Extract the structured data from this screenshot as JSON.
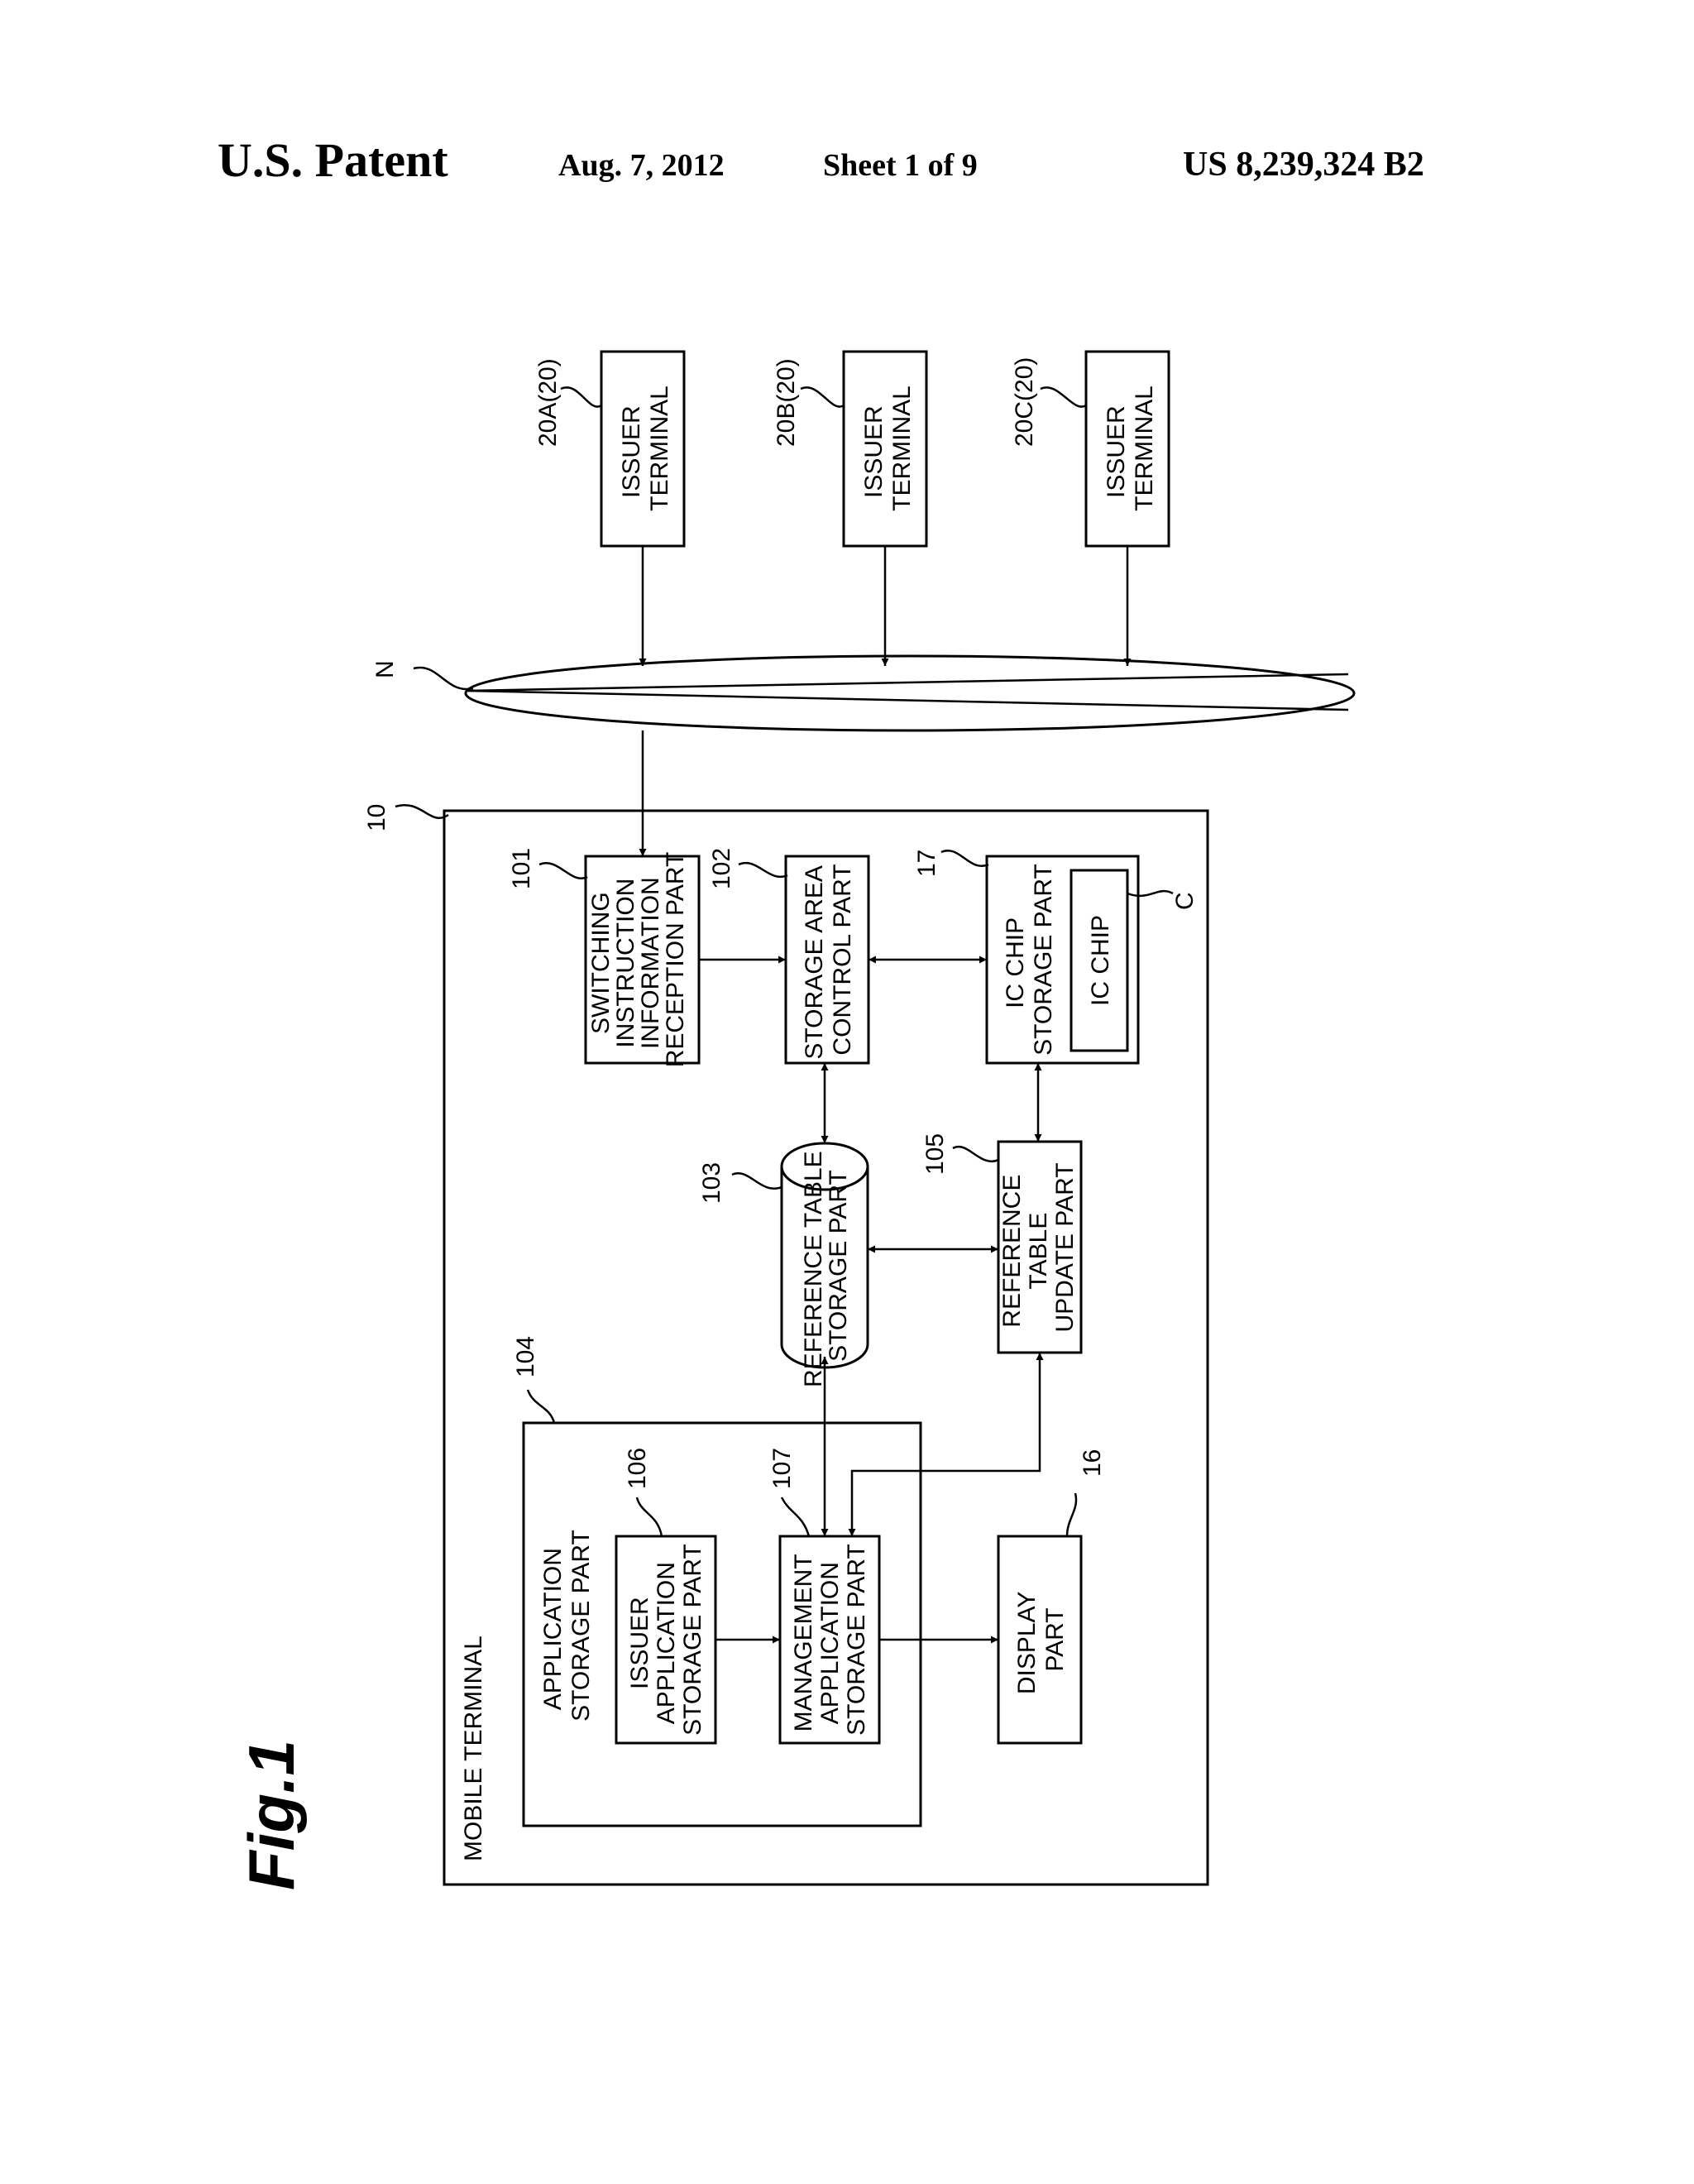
{
  "header": {
    "title": "U.S. Patent",
    "date": "Aug. 7, 2012",
    "sheet": "Sheet 1 of 9",
    "number": "US 8,239,324 B2"
  },
  "figure": {
    "label": "Fig.1",
    "network_ref": "N",
    "mobile_terminal": {
      "ref": "10",
      "label": "MOBILE TERMINAL"
    },
    "issuer_terminals": [
      {
        "ref": "20A(20)",
        "lines": [
          "ISSUER",
          "TERMINAL"
        ]
      },
      {
        "ref": "20B(20)",
        "lines": [
          "ISSUER",
          "TERMINAL"
        ]
      },
      {
        "ref": "20C(20)",
        "lines": [
          "ISSUER",
          "TERMINAL"
        ]
      }
    ],
    "blocks": {
      "switching": {
        "ref": "101",
        "lines": [
          "SWITCHING",
          "INSTRUCTION",
          "INFORMATION",
          "RECEPTION PART"
        ]
      },
      "storage_control": {
        "ref": "102",
        "lines": [
          "STORAGE AREA",
          "CONTROL PART"
        ]
      },
      "ic_chip_storage": {
        "ref": "17",
        "lines": [
          "IC CHIP",
          "STORAGE PART"
        ]
      },
      "ic_chip": {
        "ref": "C",
        "lines": [
          "IC CHIP"
        ]
      },
      "ref_table_storage": {
        "ref": "103",
        "lines": [
          "REFERENCE TABLE",
          "STORAGE PART"
        ]
      },
      "ref_table_update": {
        "ref": "105",
        "lines": [
          "REFERENCE",
          "TABLE",
          "UPDATE PART"
        ]
      },
      "app_storage": {
        "ref": "104",
        "lines": [
          "APPLICATION",
          "STORAGE PART"
        ]
      },
      "issuer_app": {
        "ref": "106",
        "lines": [
          "ISSUER",
          "APPLICATION",
          "STORAGE PART"
        ]
      },
      "mgmt_app": {
        "ref": "107",
        "lines": [
          "MANAGEMENT",
          "APPLICATION",
          "STORAGE PART"
        ]
      },
      "display": {
        "ref": "16",
        "lines": [
          "DISPLAY",
          "PART"
        ]
      }
    }
  }
}
